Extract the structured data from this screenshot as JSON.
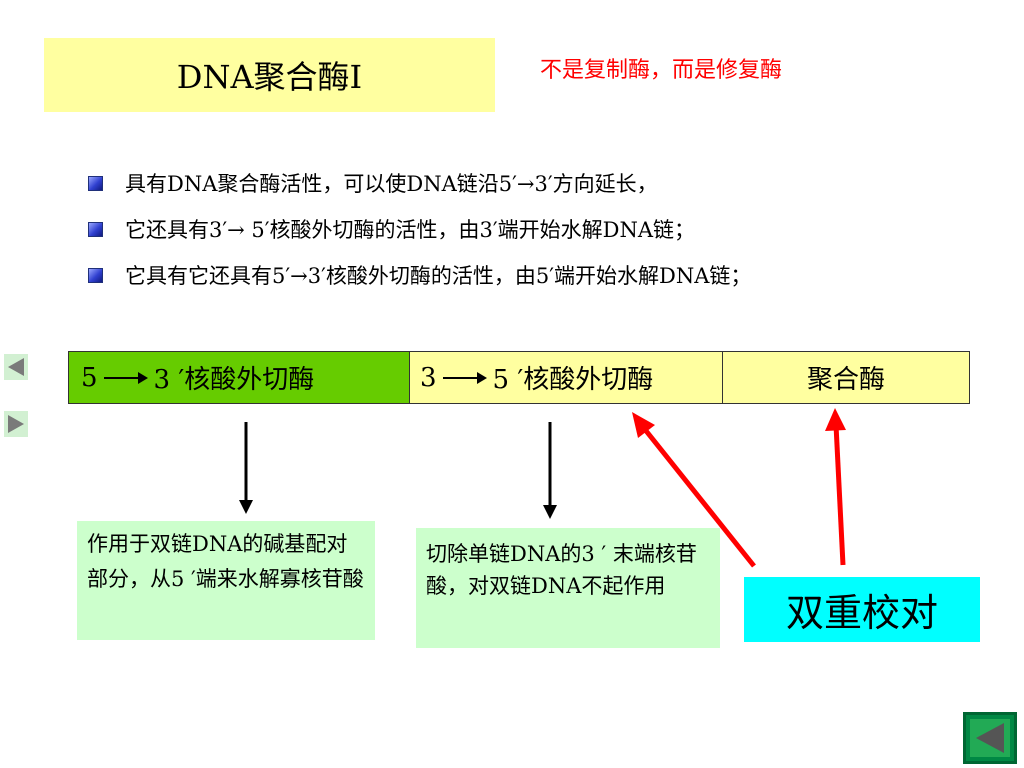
{
  "slide": {
    "title": "DNA聚合酶Ⅰ",
    "note": "不是复制酶，而是修复酶"
  },
  "bullets": [
    "具有DNA聚合酶活性，可以使DNA链沿5′→3′方向延长，",
    "它还具有3′→ 5′核酸外切酶的活性，由3′端开始水解DNA链；",
    "它具有它还具有5′→3′核酸外切酶的活性，由5′端开始水解DNA链；"
  ],
  "domains": {
    "exo_5_3": {
      "from": "5",
      "to": "3 ′核酸外切酶"
    },
    "exo_3_5": {
      "from": "3",
      "to": "5 ′核酸外切酶"
    },
    "polymerase": "聚合酶"
  },
  "boxes": {
    "exo_5_3_desc": "作用于双链DNA的碱基配对部分，从5 ′端来水解寡核苷酸",
    "exo_3_5_desc": "切除单链DNA的3 ′ 末端核苷酸，对双链DNA不起作用",
    "proofreading": "双重校对"
  },
  "colors": {
    "title_bg": "#ffffa0",
    "note": "#ff0000",
    "exo_5_3_bg": "#66cc00",
    "cell_bg": "#ffffa0",
    "desc_bg": "#ccffcc",
    "proofreading_bg": "#00ffff",
    "pointer_arrow": "#ff0000"
  },
  "nav": {
    "prev_icon": "triangle-left-icon",
    "next_icon": "triangle-right-icon",
    "back_icon": "return-icon"
  }
}
